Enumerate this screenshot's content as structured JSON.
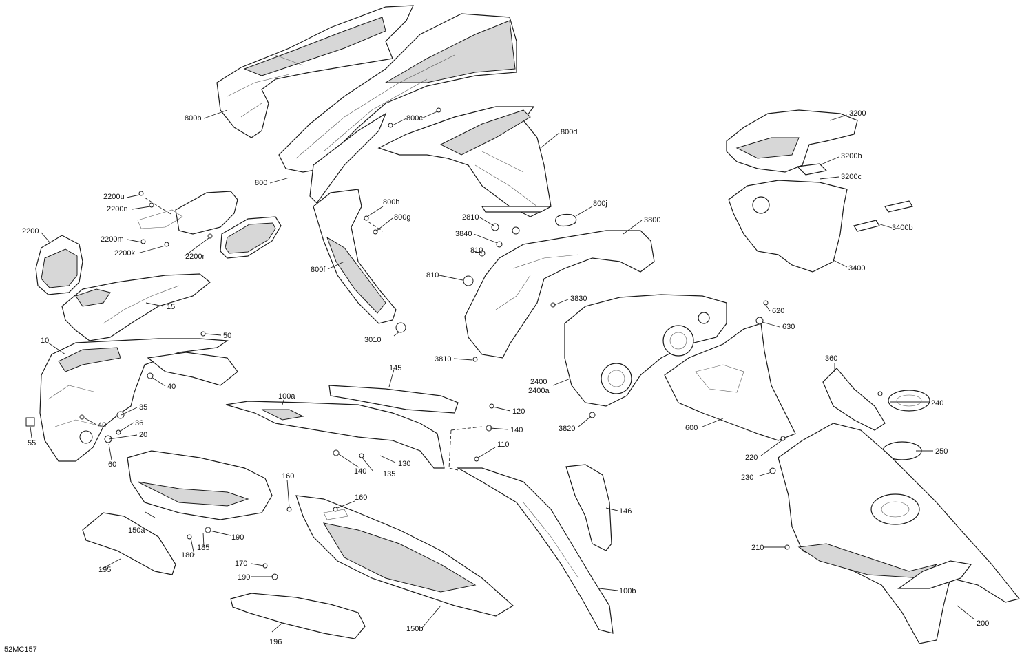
{
  "diagram_code": "52MC157",
  "callouts": {
    "c800b": "800b",
    "c800c": "800c",
    "c800d": "800d",
    "c800": "800",
    "c800h": "800h",
    "c800g": "800g",
    "c800j": "800j",
    "c800f": "800f",
    "c3010": "3010",
    "c3200": "3200",
    "c3200b": "3200b",
    "c3200c": "3200c",
    "c3400b": "3400b",
    "c3400": "3400",
    "c2200u": "2200u",
    "c2200n": "2200n",
    "c2200": "2200",
    "c2200m": "2200m",
    "c2200k": "2200k",
    "c2200r": "2200r",
    "c15": "15",
    "c10": "10",
    "c50": "50",
    "c40a": "40",
    "c35": "35",
    "c36": "36",
    "c40b": "40",
    "c20": "20",
    "c55": "55",
    "c60": "60",
    "c2810": "2810",
    "c3840": "3840",
    "c810a": "810",
    "c810b": "810",
    "c3800": "3800",
    "c3830": "3830",
    "c3810": "3810",
    "c2400": "2400",
    "c2400a": "2400a",
    "c3820": "3820",
    "c620": "620",
    "c630": "630",
    "c600": "600",
    "c145": "145",
    "c100a": "100a",
    "c120": "120",
    "c140a": "140",
    "c110": "110",
    "c140b": "140",
    "c135": "135",
    "c130": "130",
    "c360": "360",
    "c240": "240",
    "c250": "250",
    "c220": "220",
    "c230": "230",
    "c210": "210",
    "c200": "200",
    "c160a": "160",
    "c160b": "160",
    "c150a": "150a",
    "c190a": "190",
    "c185": "185",
    "c180": "180",
    "c170": "170",
    "c190b": "190",
    "c195": "195",
    "c196": "196",
    "c150b": "150b",
    "c146": "146",
    "c100b": "100b"
  }
}
